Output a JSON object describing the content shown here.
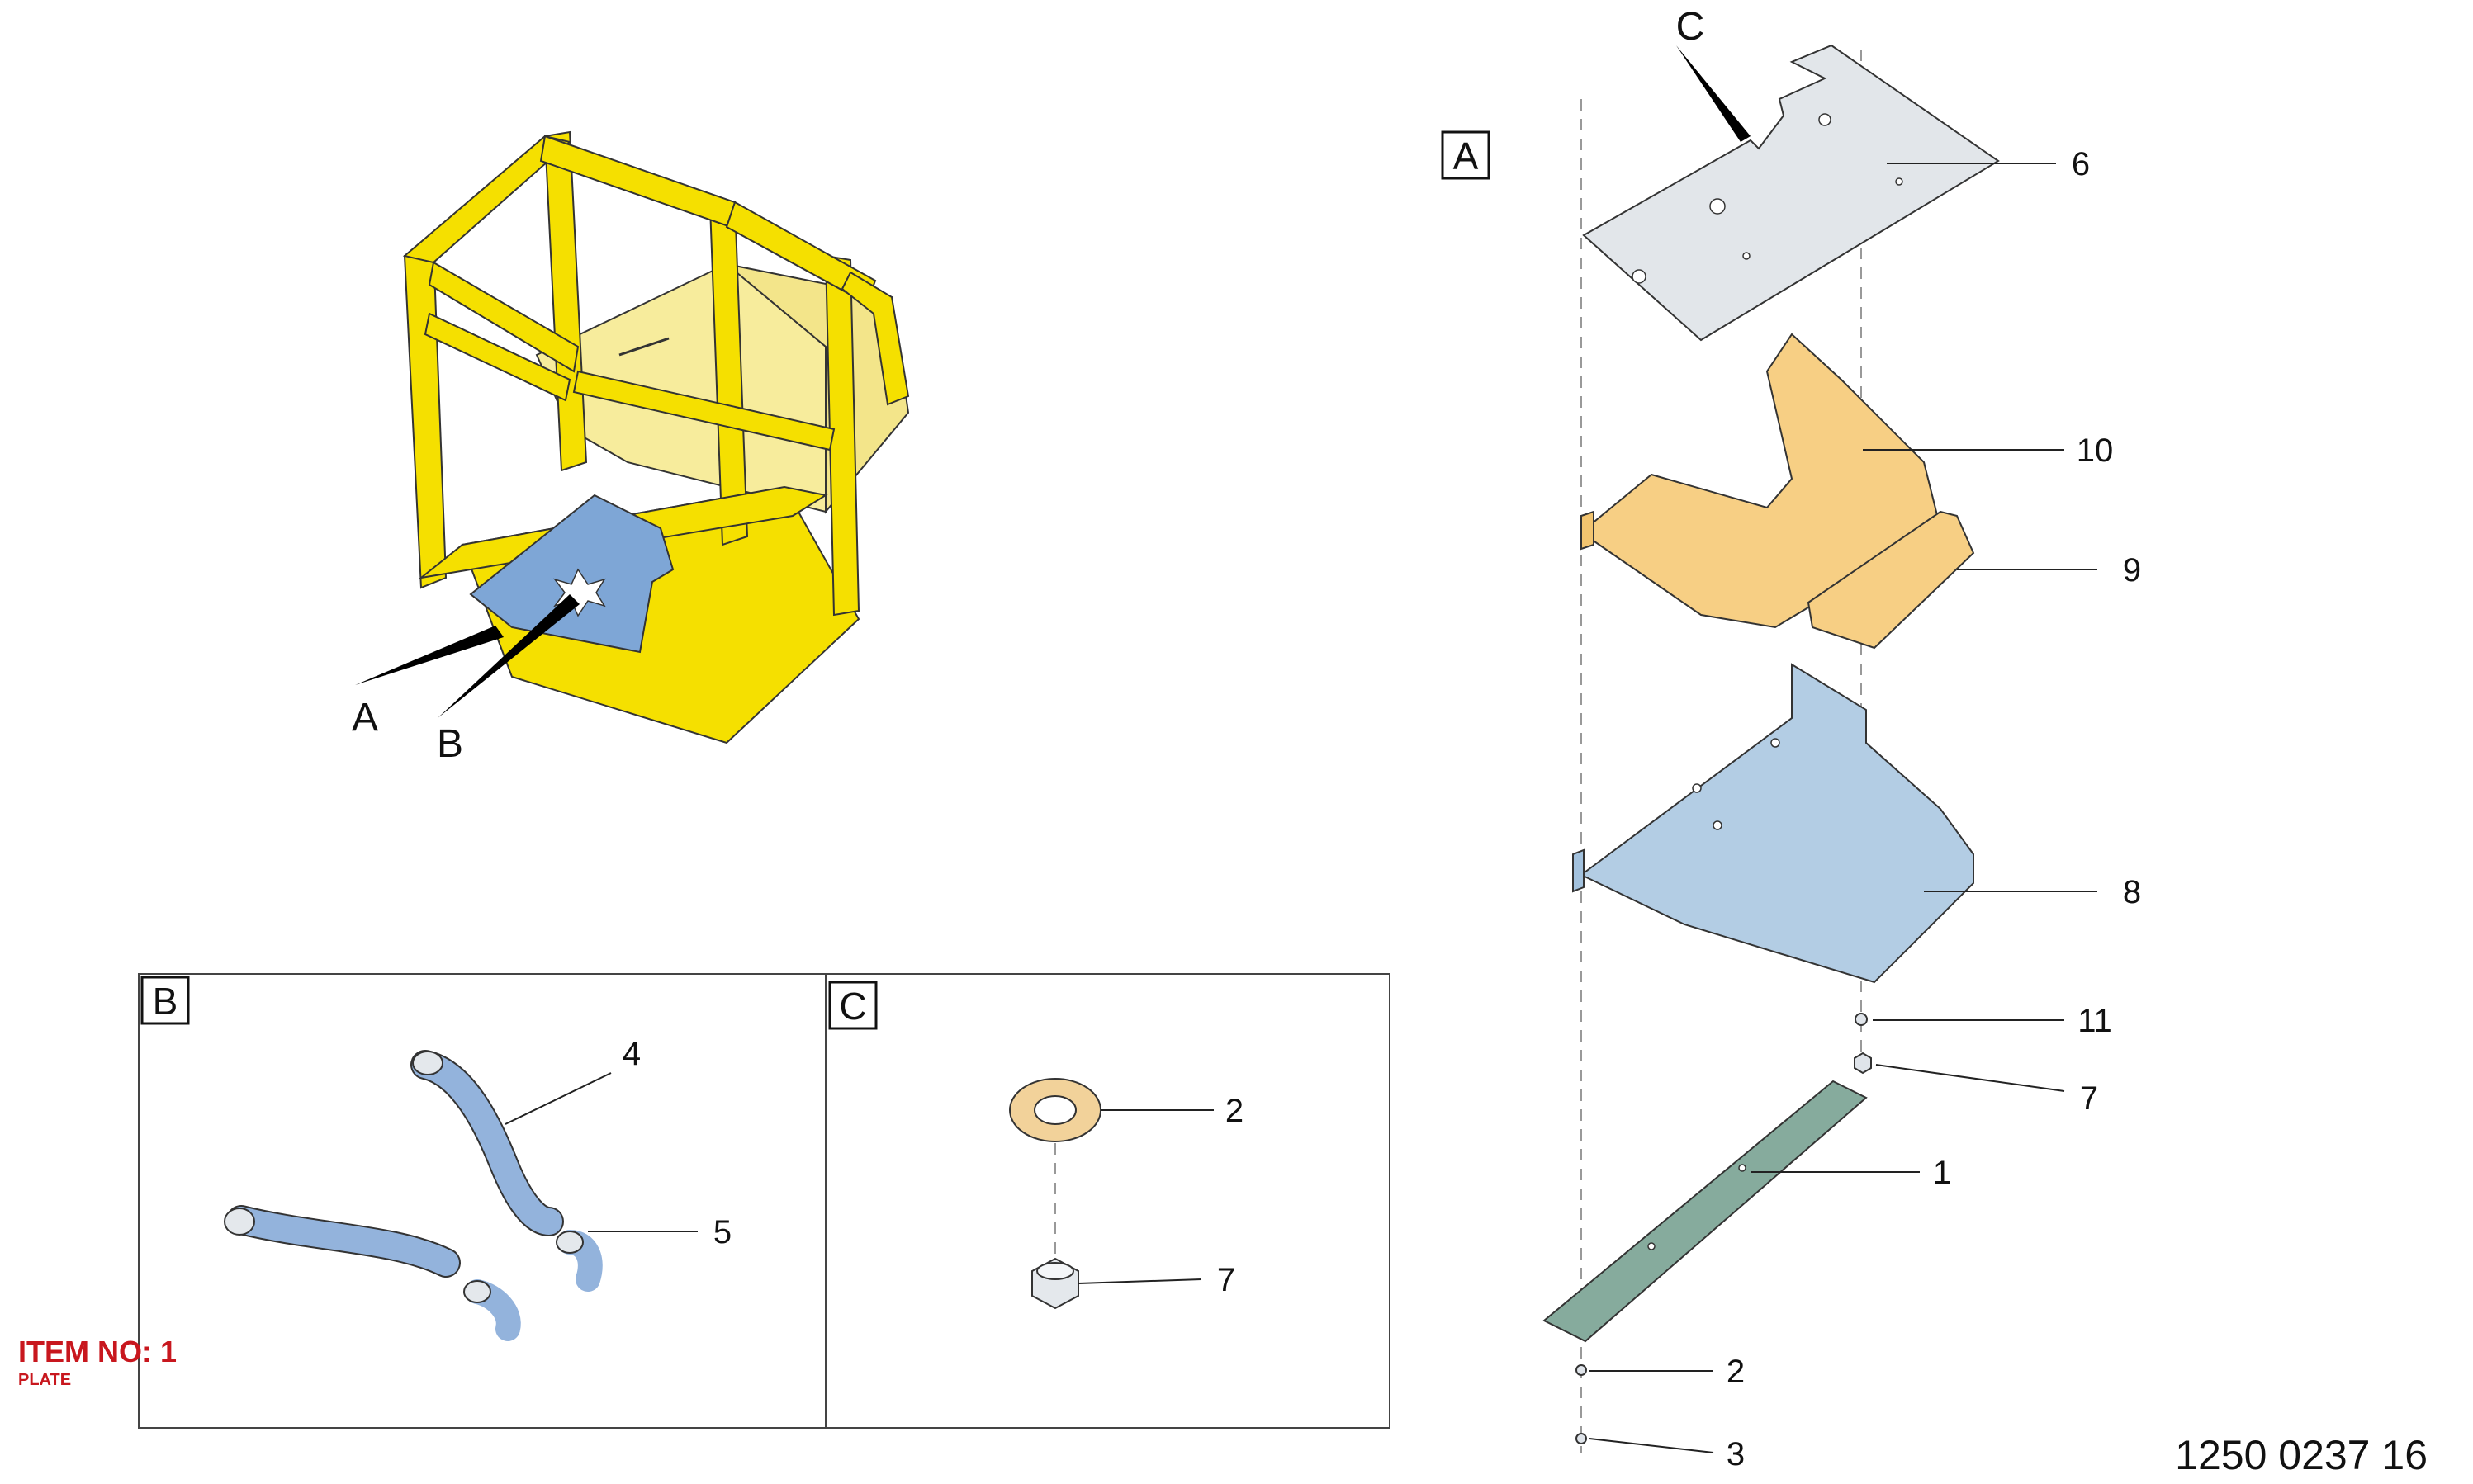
{
  "item": {
    "number_label": "ITEM NO: 1",
    "name": "PLATE",
    "color": "#c8171e"
  },
  "figure_number": "1250 0237 16",
  "views": {
    "overview": {
      "pointer_a": "A",
      "pointer_b": "B",
      "pointer_c": "C"
    },
    "detail_a": {
      "box_label": "A",
      "callouts": {
        "c6": "6",
        "c10": "10",
        "c9": "9",
        "c8": "8",
        "c11": "11",
        "c7": "7",
        "c1": "1",
        "c2": "2",
        "c3": "3"
      }
    },
    "detail_b": {
      "box_label": "B",
      "callouts": {
        "c4": "4",
        "c5": "5"
      }
    },
    "detail_c": {
      "box_label": "C",
      "callouts": {
        "c2": "2",
        "c7": "7"
      }
    }
  },
  "colors": {
    "frame_yellow": "#f5e000",
    "panel_light_yellow": "#f7ec9c",
    "highlight_blue": "#7ea6d6",
    "plate_grey": "#e2e6ea",
    "plate_orange": "#f7cf84",
    "plate_light_blue": "#b3cde4",
    "plate_green": "#86ab9d",
    "hose_blue": "#93b3dc",
    "washer_tan": "#f2d29a"
  }
}
